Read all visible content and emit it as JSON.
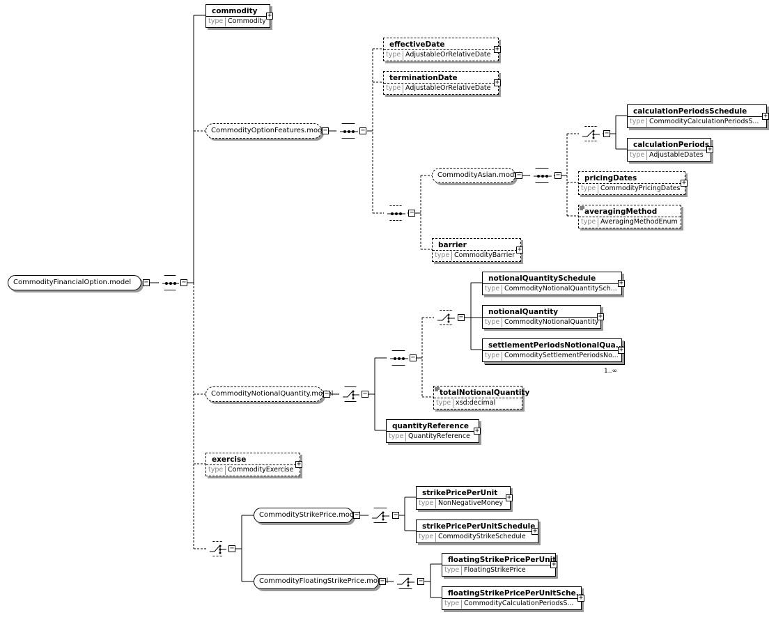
{
  "root": {
    "name": "CommodityFinancialOption.model"
  },
  "nodes": {
    "commodity": {
      "name": "commodity",
      "type_key": "type",
      "type": "Commodity"
    },
    "cof_model": {
      "name": "CommodityOptionFeatures.model"
    },
    "effectiveDate": {
      "name": "effectiveDate",
      "type_key": "type",
      "type": "AdjustableOrRelativeDate"
    },
    "terminationDate": {
      "name": "terminationDate",
      "type_key": "type",
      "type": "AdjustableOrRelativeDate"
    },
    "asian_model": {
      "name": "CommodityAsian.model"
    },
    "calculationPeriodsSchedule": {
      "name": "calculationPeriodsSchedule",
      "type_key": "type",
      "type": "CommodityCalculationPeriodsS..."
    },
    "calculationPeriods": {
      "name": "calculationPeriods",
      "type_key": "type",
      "type": "AdjustableDates"
    },
    "pricingDates": {
      "name": "pricingDates",
      "type_key": "type",
      "type": "CommodityPricingDates"
    },
    "averagingMethod": {
      "name": "averagingMethod",
      "type_key": "type",
      "type": "AveragingMethodEnum"
    },
    "barrier": {
      "name": "barrier",
      "type_key": "type",
      "type": "CommodityBarrier"
    },
    "notionalQuantitySchedule": {
      "name": "notionalQuantitySchedule",
      "type_key": "type",
      "type": "CommodityNotionalQuantitySch..."
    },
    "notionalQuantity": {
      "name": "notionalQuantity",
      "type_key": "type",
      "type": "CommodityNotionalQuantity"
    },
    "settlementPeriodsNotionalQuantity": {
      "name": "settlementPeriodsNotionalQua...",
      "type_key": "type",
      "type": "CommoditySettlementPeriodsNo...",
      "multiplicity": "1..∞"
    },
    "totalNotionalQuantity": {
      "name": "totalNotionalQuantity",
      "type_key": "type",
      "type": "xsd:decimal"
    },
    "cnq_model": {
      "name": "CommodityNotionalQuantity.model"
    },
    "quantityReference": {
      "name": "quantityReference",
      "type_key": "type",
      "type": "QuantityReference"
    },
    "exercise": {
      "name": "exercise",
      "type_key": "type",
      "type": "CommodityExercise"
    },
    "csp_model": {
      "name": "CommodityStrikePrice.model"
    },
    "strikePricePerUnit": {
      "name": "strikePricePerUnit",
      "type_key": "type",
      "type": "NonNegativeMoney"
    },
    "strikePricePerUnitSchedule": {
      "name": "strikePricePerUnitSchedule",
      "type_key": "type",
      "type": "CommodityStrikeSchedule"
    },
    "cfsp_model": {
      "name": "CommodityFloatingStrikePrice.model"
    },
    "floatingStrikePricePerUnit": {
      "name": "floatingStrikePricePerUnit",
      "type_key": "type",
      "type": "FloatingStrikePrice"
    },
    "floatingStrikePricePerUnitSchedule": {
      "name": "floatingStrikePricePerUnitSche...",
      "type_key": "type",
      "type": "CommodityCalculationPeriodsS..."
    }
  },
  "icons": {
    "expand": "plus-box-icon",
    "collapse": "minus-box-icon",
    "sequence": "sequence-compositor-icon",
    "choice": "choice-compositor-icon"
  },
  "symbols": {
    "expand": "+",
    "collapse": "−"
  }
}
